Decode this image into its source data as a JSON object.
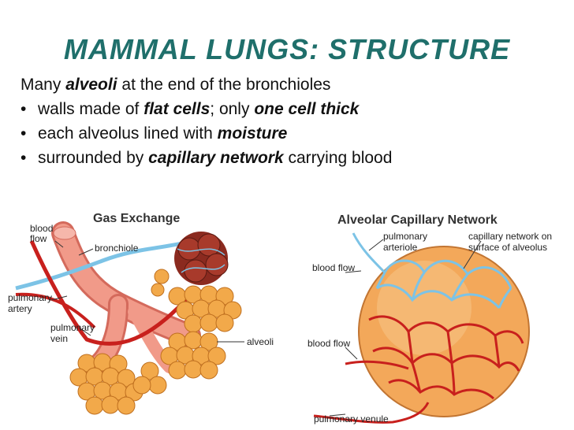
{
  "slide": {
    "title": "MAMMAL LUNGS: STRUCTURE",
    "intro": {
      "pre": "Many ",
      "em": "alveoli",
      "post": " at the end of the bronchioles"
    },
    "bullets": [
      {
        "bullet": "•",
        "pre": "walls made of ",
        "em1": "flat cells",
        "mid": "; only ",
        "em2": "one cell thick"
      },
      {
        "bullet": "•",
        "pre": "each alveolus lined with ",
        "em1": "moisture"
      },
      {
        "bullet": "•",
        "pre": "surrounded by ",
        "em1": "capillary network",
        "post": " carrying blood"
      }
    ]
  },
  "left_figure": {
    "heading": "Gas Exchange",
    "labels": {
      "blood_flow": [
        "blood",
        "flow"
      ],
      "bronchiole": "bronchiole",
      "pulmonary_artery": [
        "pulmonary",
        "artery"
      ],
      "pulmonary_vein": [
        "pulmonary",
        "vein"
      ],
      "alveoli": "alveoli"
    }
  },
  "right_figure": {
    "heading": "Alveolar Capillary Network",
    "labels": {
      "pulmonary_arteriole": [
        "pulmonary",
        "arteriole"
      ],
      "capillary_network": [
        "capillary network on",
        "surface of alveolus"
      ],
      "blood_flow_top": "blood flow",
      "blood_flow_bottom": "blood flow",
      "pulmonary_venule": "pulmonary venule"
    }
  },
  "colors": {
    "title": "#1f6f6b",
    "alveolus": "#f2a94a",
    "artery": "#7cc3e6",
    "vein": "#c8201d",
    "bronchiole": "#ef8a7a"
  }
}
